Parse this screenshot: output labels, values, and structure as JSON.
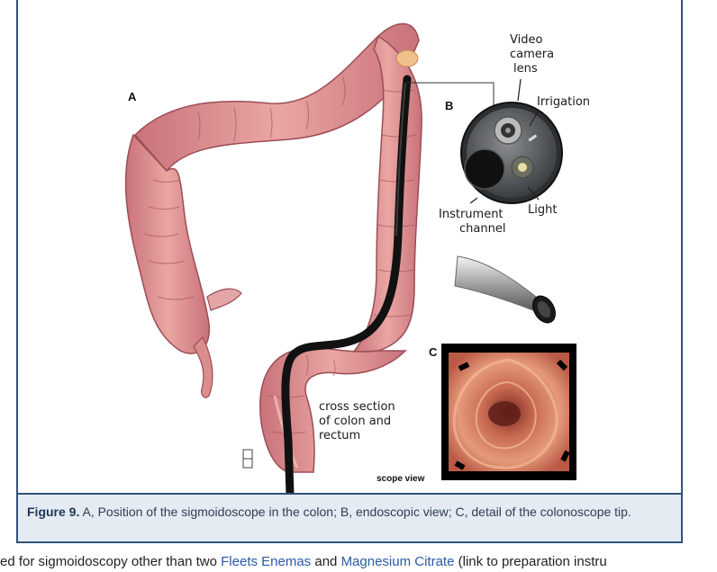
{
  "figure": {
    "labels": {
      "a": "A",
      "b": "B",
      "c": "C",
      "video_1": "Video",
      "video_2": "camera",
      "video_3": "lens",
      "irrigation": "Irrigation",
      "light": "Light",
      "instrument_1": "Instrument",
      "instrument_2": "channel",
      "cross_1": "cross section",
      "cross_2": "of colon and",
      "cross_3": "rectum",
      "scope_view": "scope view"
    },
    "colors": {
      "colon": "#d98d8d",
      "colon_dark": "#b8626a",
      "scope": "#1a1a1a",
      "frame": "#33527c",
      "caption_bg": "#e4ebf3"
    }
  },
  "caption": {
    "label": "Figure 9.",
    "text": " A, Position of the sigmoidoscope in the colon; B, endoscopic view; C, detail of the colonoscope tip."
  },
  "footer": {
    "before": "ed for sigmoidoscopy other than two ",
    "link1": "Fleets Enemas",
    "middle": " and ",
    "link2": "Magnesium Citrate",
    "after": " (link to preparation instru"
  }
}
